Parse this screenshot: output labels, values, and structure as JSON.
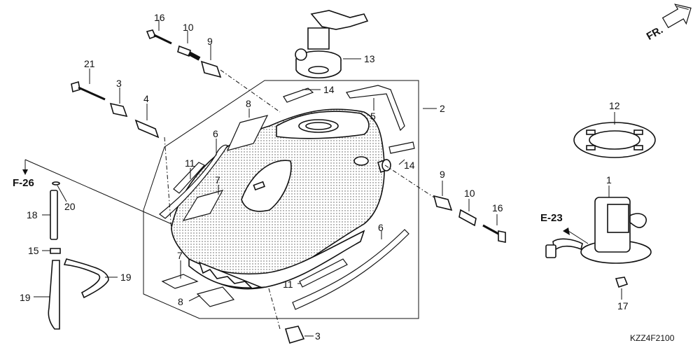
{
  "diagram": {
    "code": "KZZ4F2100",
    "direction_label": "FR.",
    "refs": {
      "f26": "F-26",
      "e23": "E-23"
    },
    "callouts": {
      "c1": "1",
      "c2": "2",
      "c3a": "3",
      "c3b": "3",
      "c4": "4",
      "c5": "5",
      "c6a": "6",
      "c6b": "6",
      "c7a": "7",
      "c7b": "7",
      "c8a": "8",
      "c8b": "8",
      "c9a": "9",
      "c9b": "9",
      "c10a": "10",
      "c10b": "10",
      "c11a": "11",
      "c11b": "11",
      "c12": "12",
      "c13": "13",
      "c14a": "14",
      "c14b": "14",
      "c15": "15",
      "c16a": "16",
      "c16b": "16",
      "c17": "17",
      "c18": "18",
      "c19a": "19",
      "c19b": "19",
      "c20": "20",
      "c21": "21"
    }
  }
}
